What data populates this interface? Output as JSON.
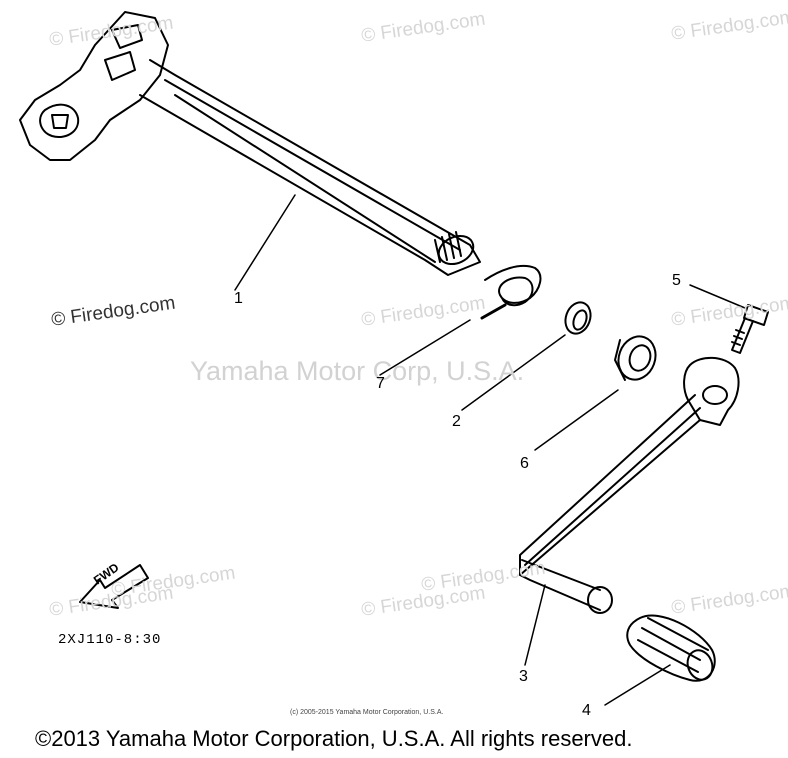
{
  "watermarks": {
    "w1": "© Firedog.com",
    "w2": "© Firedog.com",
    "w3": "© Firedog.com",
    "w4": "© Firedog.com",
    "w5": "© Firedog.com",
    "w6": "© Firedog.com",
    "w7": "© Firedog.com",
    "w8": "© Firedog.com",
    "w9": "© Firedog.com",
    "w10": "© Firedog.com",
    "w11": "© Firedog.com"
  },
  "center_watermark": "Yamaha Motor Corp, U.S.A.",
  "callouts": {
    "c1": "1",
    "c2": "2",
    "c3": "3",
    "c4": "4",
    "c5": "5",
    "c6": "6",
    "c7": "7"
  },
  "fwd_label": "FWD",
  "diagram_code": "2XJ110-8:30",
  "small_copyright": "(c) 2005-2015 Yamaha Motor Corporation, U.S.A.",
  "footer": "©2013 Yamaha Motor Corporation, U.S.A. All rights reserved."
}
